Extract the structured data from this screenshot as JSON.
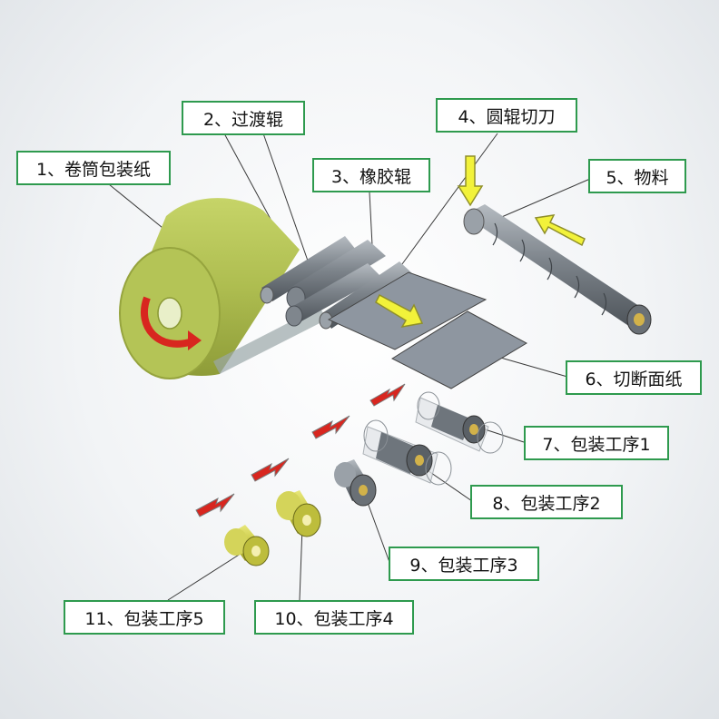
{
  "colors": {
    "label_border": "#2e9a4e",
    "paper_roll": "#b9c85a",
    "roller": "#8e959c",
    "arrow_red": "#d8261f",
    "arrow_yellow": "#f2f23a",
    "core": "#d2b24a"
  },
  "labels": {
    "l1": "1、卷筒包装纸",
    "l2": "2、过渡辊",
    "l3": "3、橡胶辊",
    "l4": "4、圆辊切刀",
    "l5": "5、物料",
    "l6": "6、切断面纸",
    "l7": "7、包装工序1",
    "l8": "8、包装工序2",
    "l9": "9、包装工序3",
    "l10": "10、包装工序4",
    "l11": "11、包装工序5"
  }
}
